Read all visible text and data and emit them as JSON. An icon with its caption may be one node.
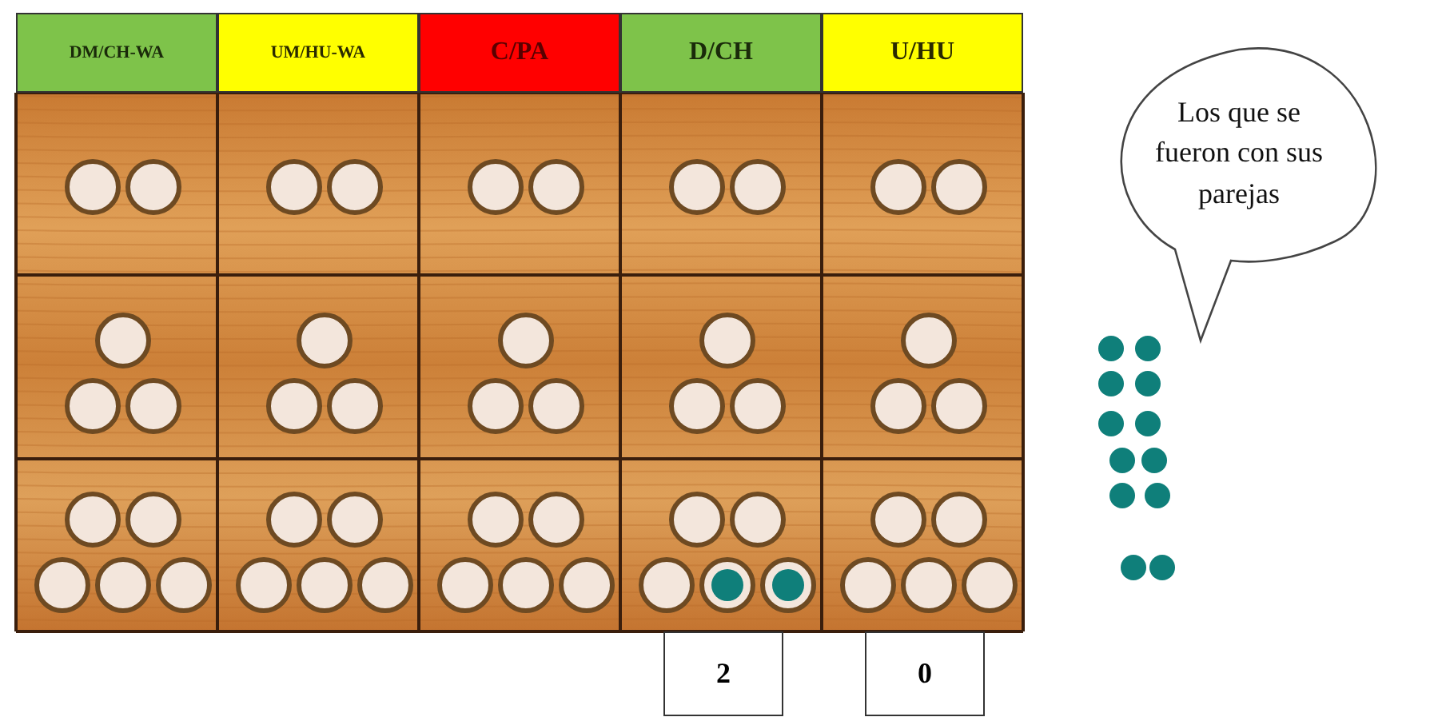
{
  "diagram": {
    "nodes": [
      {
        "text": [
          "DM/CH-WA"
        ]
      },
      {
        "text": [
          "UM/HU-WA"
        ]
      },
      {
        "text": [
          "C/PA"
        ]
      },
      {
        "text": [
          "D/CH"
        ]
      },
      {
        "text": [
          "U/HU"
        ]
      },
      {
        "text": [
          "Los que se fueron con sus parejas"
        ]
      },
      {
        "text": [
          "2"
        ]
      },
      {
        "text": [
          "0"
        ]
      }
    ]
  }
}
